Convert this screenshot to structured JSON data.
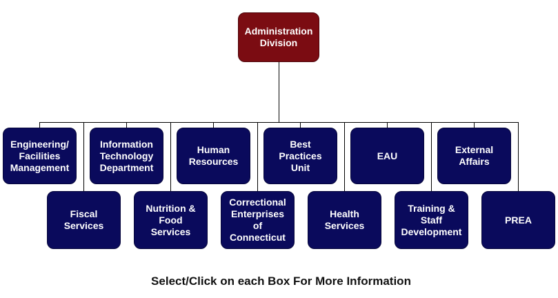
{
  "root": {
    "label": "Administration\nDivision",
    "color": "#7b0c12"
  },
  "departments": {
    "color": "#0a0a5c",
    "top_row": [
      {
        "label": "Engineering/\nFacilities\nManagement"
      },
      {
        "label": "Information\nTechnology\nDepartment"
      },
      {
        "label": "Human\nResources"
      },
      {
        "label": "Best\nPractices\nUnit"
      },
      {
        "label": "EAU"
      },
      {
        "label": "External\nAffairs"
      }
    ],
    "bottom_row": [
      {
        "label": "Fiscal\nServices"
      },
      {
        "label": "Nutrition &\nFood\nServices"
      },
      {
        "label": "Correctional\nEnterprises\nof\nConnecticut"
      },
      {
        "label": "Health\nServices"
      },
      {
        "label": "Training &\nStaff\nDevelopment"
      },
      {
        "label": "PREA"
      }
    ]
  },
  "caption": "Select/Click on each Box For More Information"
}
